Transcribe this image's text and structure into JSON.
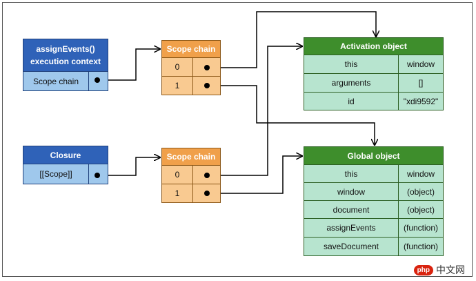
{
  "execution_context": {
    "title_line1": "assignEvents()",
    "title_line2": "execution context",
    "row_label": "Scope chain"
  },
  "closure": {
    "title": "Closure",
    "row_label": "[[Scope]]"
  },
  "scope_chain_top": {
    "title": "Scope chain",
    "rows": [
      "0",
      "1"
    ]
  },
  "scope_chain_bottom": {
    "title": "Scope chain",
    "rows": [
      "0",
      "1"
    ]
  },
  "activation_object": {
    "title": "Activation object",
    "rows": [
      {
        "key": "this",
        "value": "window"
      },
      {
        "key": "arguments",
        "value": "[]"
      },
      {
        "key": "id",
        "value": "\"xdi9592\""
      }
    ]
  },
  "global_object": {
    "title": "Global object",
    "rows": [
      {
        "key": "this",
        "value": "window"
      },
      {
        "key": "window",
        "value": "(object)"
      },
      {
        "key": "document",
        "value": "(object)"
      },
      {
        "key": "assignEvents",
        "value": "(function)"
      },
      {
        "key": "saveDocument",
        "value": "(function)"
      }
    ]
  },
  "watermark": {
    "badge": "php",
    "text": "中文网"
  },
  "colors": {
    "blue_head": "#2f62b8",
    "blue_row": "#9fc8ec",
    "orange_head": "#f0a04a",
    "orange_row": "#f9ca91",
    "green_head": "#3e8e2c",
    "green_row": "#b7e4cf"
  }
}
